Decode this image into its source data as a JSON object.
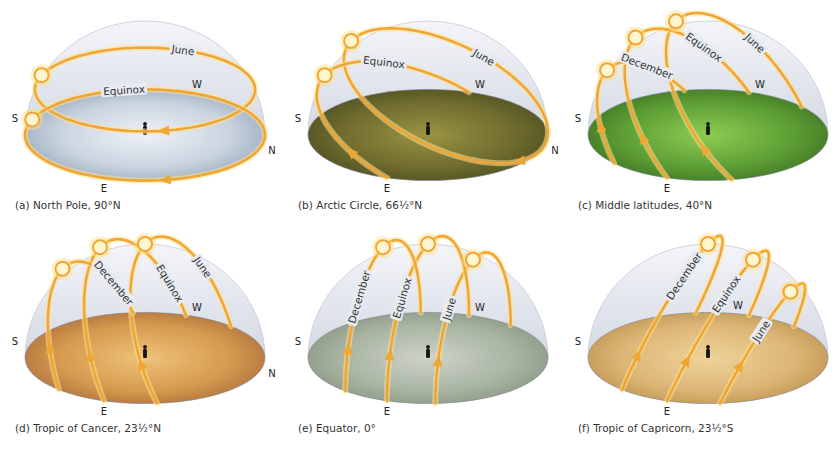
{
  "diagram": {
    "labels": [
      "June",
      "Equinox",
      "W",
      "S",
      "N",
      "E",
      "(a) North Pole, 90°N",
      "June",
      "Equinox",
      "W",
      "S",
      "N",
      "E",
      "(b) Arctic Circle, 66½°N",
      "June",
      "Equinox",
      "December",
      "W",
      "S",
      "E",
      "(c) Middle latitudes, 40°N",
      "December",
      "Equinox",
      "June",
      "W",
      "S",
      "N",
      "E",
      "(d) Tropic of Cancer, 23½°N",
      "December",
      "Equinox",
      "June",
      "W",
      "S",
      "E",
      "(e) Equator, 0°",
      "December",
      "Equinox",
      "W",
      "June",
      "S",
      "E",
      "(f) Tropic of Capricorn, 23½°S"
    ]
  }
}
